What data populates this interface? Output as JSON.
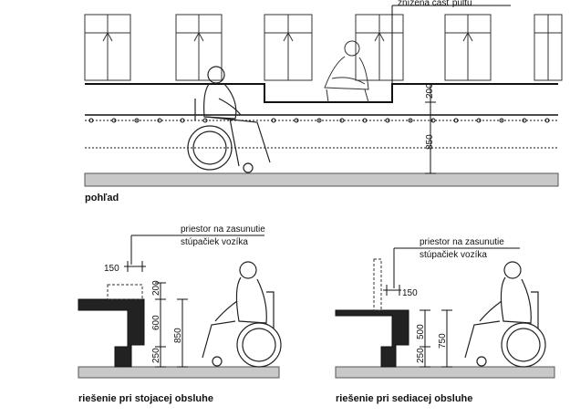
{
  "top_view": {
    "caption": "pohľad",
    "counter_note": "znížená časť pultu",
    "dim_lowered": "200",
    "dim_height": "850"
  },
  "standing": {
    "caption": "riešenie pri stojacej obsluhe",
    "note_line1": "priestor na zasunutie",
    "note_line2": "stúpačiek vozíka",
    "dim_offset": "150",
    "dim_top": "200",
    "dim_mid": "600",
    "dim_bottom": "250",
    "dim_total": "850"
  },
  "seated": {
    "caption": "riešenie pri sediacej obsluhe",
    "note_line1": "priestor na zasunutie",
    "note_line2": "stúpačiek vozíka",
    "dim_offset": "150",
    "dim_mid": "500",
    "dim_bottom": "250",
    "dim_total": "750"
  }
}
